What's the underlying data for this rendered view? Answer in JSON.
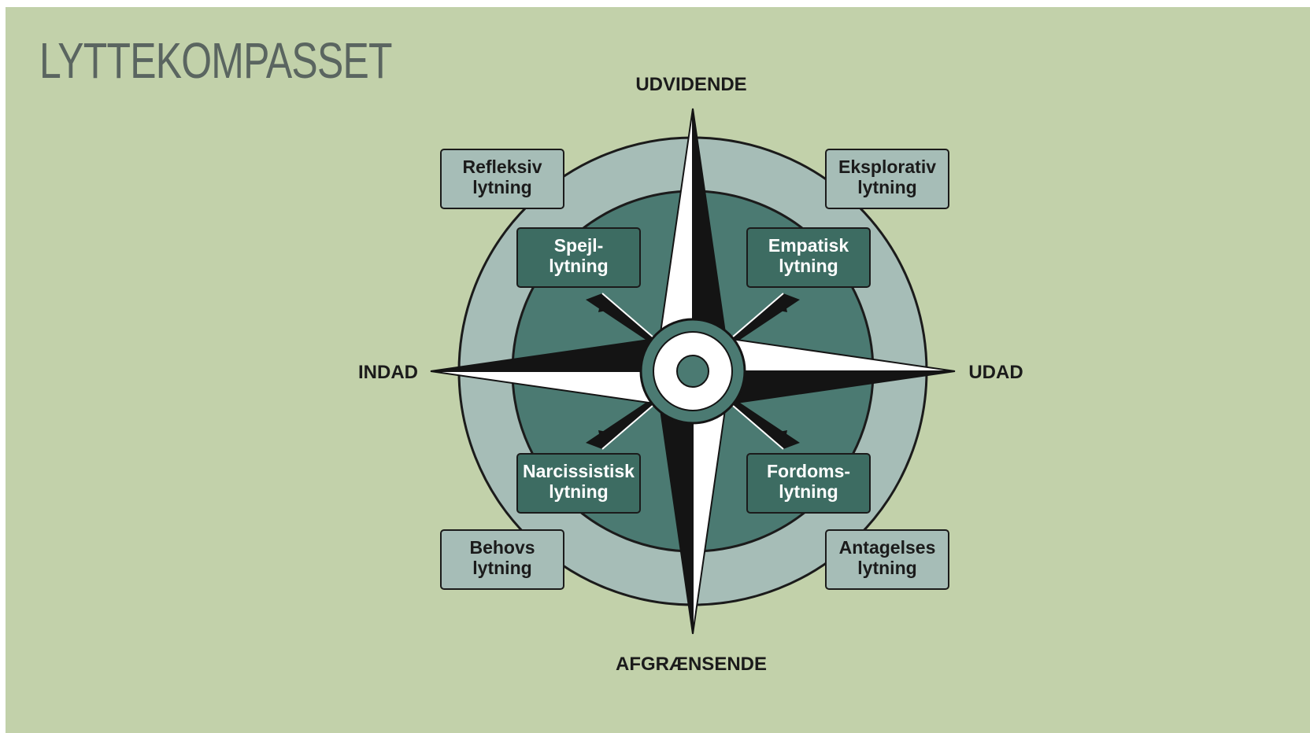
{
  "title": "LYTTEKOMPASSET",
  "directions": {
    "north": "UDVIDENDE",
    "south": "AFGRÆNSENDE",
    "west": "INDAD",
    "east": "UDAD"
  },
  "outer_boxes": {
    "top_left": {
      "line1": "Refleksiv",
      "line2": "lytning"
    },
    "top_right": {
      "line1": "Eksplorativ",
      "line2": "lytning"
    },
    "bottom_left": {
      "line1": "Behovs",
      "line2": "lytning"
    },
    "bottom_right": {
      "line1": "Antagelses",
      "line2": "lytning"
    }
  },
  "inner_boxes": {
    "top_left": {
      "line1": "Spejl-",
      "line2": "lytning"
    },
    "top_right": {
      "line1": "Empatisk",
      "line2": "lytning"
    },
    "bottom_left": {
      "line1": "Narcissistisk",
      "line2": "lytning"
    },
    "bottom_right": {
      "line1": "Fordoms-",
      "line2": "lytning"
    }
  },
  "colors": {
    "background": "#c2d1aa",
    "outer_ring": "#a6bdb7",
    "inner_circle": "#4b7a72",
    "inner_box": "#3d6c62",
    "star_dark": "#141414",
    "star_light": "#ffffff"
  }
}
